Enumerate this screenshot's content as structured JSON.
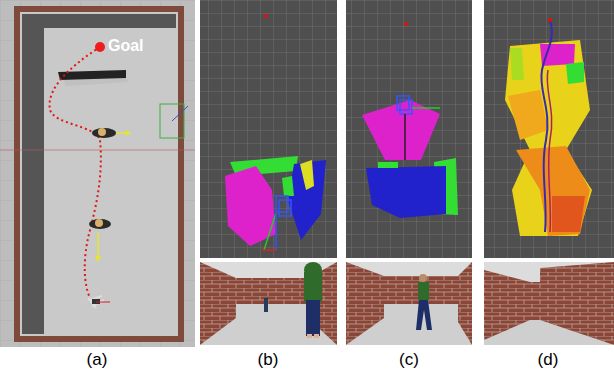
{
  "diagram": {
    "labels": [
      "Goal",
      "(a)",
      "(b)",
      "(c)",
      "(d)"
    ]
  }
}
